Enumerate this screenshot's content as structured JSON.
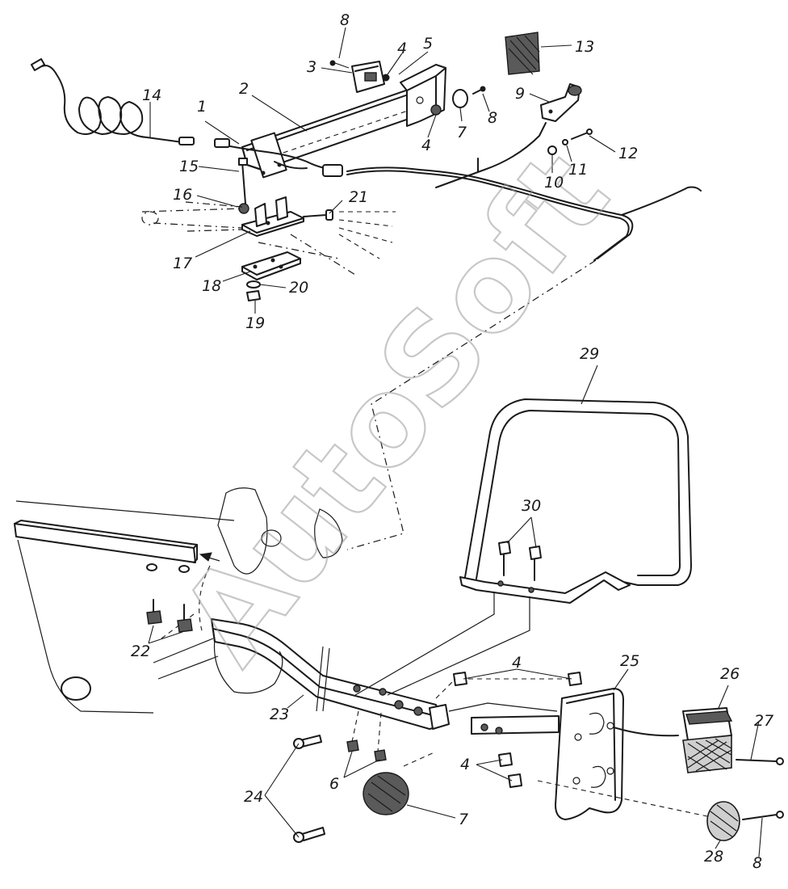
{
  "watermark": {
    "text": "AutoSoft",
    "color": "#9a9a9a"
  },
  "stroke_color": "#1a1a1a",
  "callouts": [
    {
      "id": "c8a",
      "text": "8"
    },
    {
      "id": "c3",
      "text": "3"
    },
    {
      "id": "c4a",
      "text": "4"
    },
    {
      "id": "c5",
      "text": "5"
    },
    {
      "id": "c2",
      "text": "2"
    },
    {
      "id": "c1",
      "text": "1"
    },
    {
      "id": "c14",
      "text": "14"
    },
    {
      "id": "c15",
      "text": "15"
    },
    {
      "id": "c16",
      "text": "16"
    },
    {
      "id": "c21",
      "text": "21"
    },
    {
      "id": "c17",
      "text": "17"
    },
    {
      "id": "c18",
      "text": "18"
    },
    {
      "id": "c20",
      "text": "20"
    },
    {
      "id": "c19",
      "text": "19"
    },
    {
      "id": "c4b",
      "text": "4"
    },
    {
      "id": "c7a",
      "text": "7"
    },
    {
      "id": "c8b",
      "text": "8"
    },
    {
      "id": "c13",
      "text": "13"
    },
    {
      "id": "c9",
      "text": "9"
    },
    {
      "id": "c12",
      "text": "12"
    },
    {
      "id": "c11",
      "text": "11"
    },
    {
      "id": "c10",
      "text": "10"
    },
    {
      "id": "c29",
      "text": "29"
    },
    {
      "id": "c30",
      "text": "30"
    },
    {
      "id": "c22",
      "text": "22"
    },
    {
      "id": "c23",
      "text": "23"
    },
    {
      "id": "c4c",
      "text": "4"
    },
    {
      "id": "c25",
      "text": "25"
    },
    {
      "id": "c26",
      "text": "26"
    },
    {
      "id": "c27",
      "text": "27"
    },
    {
      "id": "c24",
      "text": "24"
    },
    {
      "id": "c6",
      "text": "6"
    },
    {
      "id": "c4d",
      "text": "4"
    },
    {
      "id": "c7b",
      "text": "7"
    },
    {
      "id": "c28",
      "text": "28"
    },
    {
      "id": "c8c",
      "text": "8"
    }
  ]
}
